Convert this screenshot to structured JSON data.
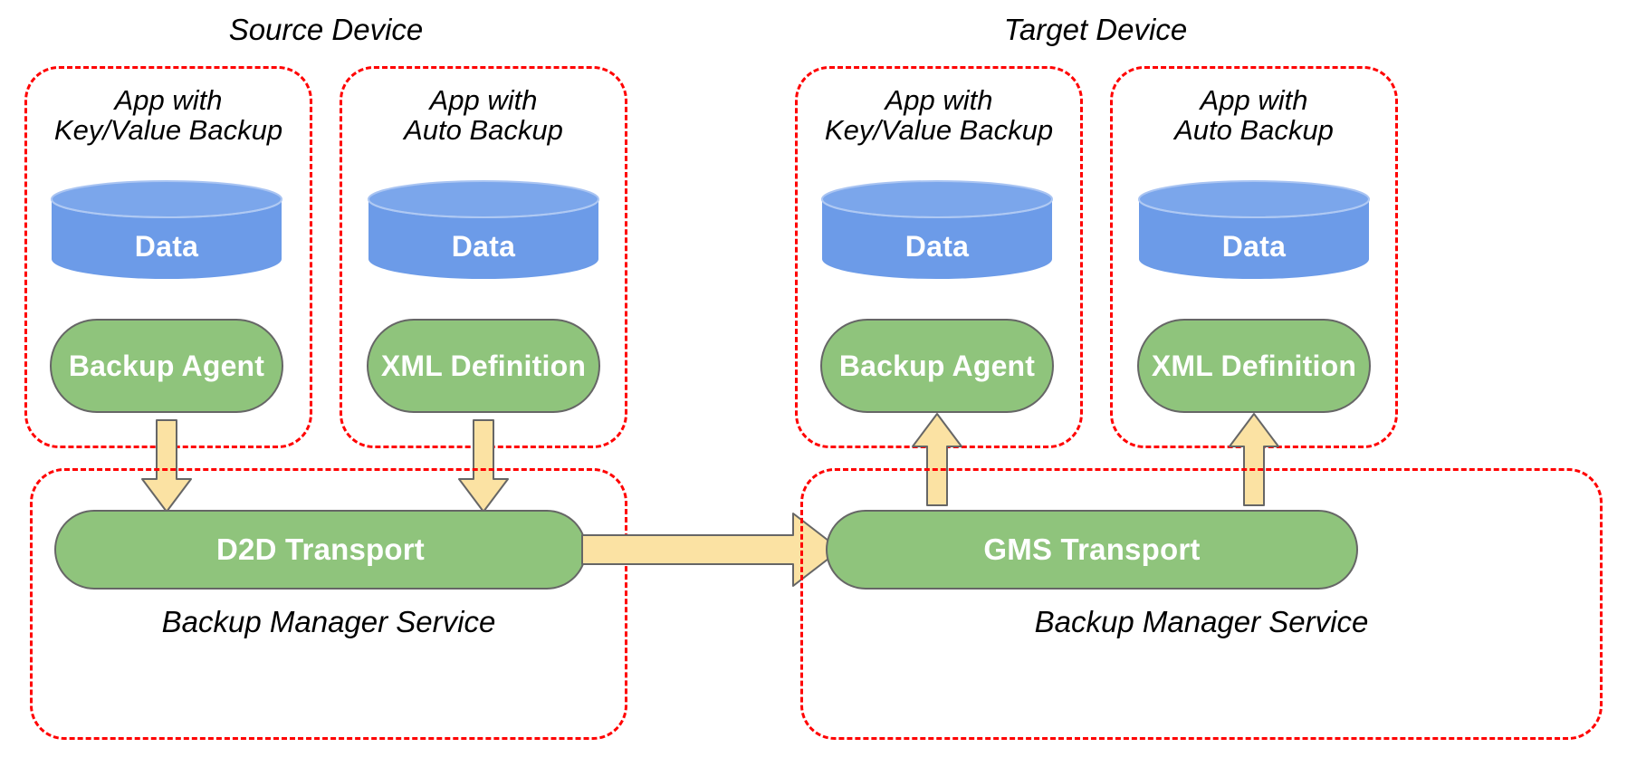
{
  "diagram": {
    "title_source": "Source Device",
    "title_target": "Target Device",
    "colors": {
      "dashed_border": "#FF0000",
      "cylinder_fill": "#6C9BE8",
      "pill_fill": "#8FC47C",
      "pill_stroke": "#666666",
      "arrow_fill": "#FBE2A3",
      "arrow_stroke": "#666666",
      "text_on_shape": "#FFFFFF",
      "text_plain": "#000000",
      "background": "#FFFFFF"
    },
    "devices": [
      {
        "name": "Source Device",
        "apps": [
          {
            "caption": "App with\nKey/Value Backup",
            "data_label": "Data",
            "component_label": "Backup Agent",
            "arrow_direction": "down"
          },
          {
            "caption": "App with\nAuto Backup",
            "data_label": "Data",
            "component_label": "XML Definition",
            "arrow_direction": "down"
          }
        ],
        "service": {
          "transport_label": "D2D Transport",
          "caption": "Backup Manager Service"
        }
      },
      {
        "name": "Target Device",
        "apps": [
          {
            "caption": "App with\nKey/Value Backup",
            "data_label": "Data",
            "component_label": "Backup Agent",
            "arrow_direction": "up"
          },
          {
            "caption": "App with\nAuto Backup",
            "data_label": "Data",
            "component_label": "XML Definition",
            "arrow_direction": "up"
          }
        ],
        "service": {
          "transport_label": "GMS Transport",
          "caption": "Backup Manager Service"
        }
      }
    ],
    "cross_device_arrow": {
      "direction": "right",
      "from": "D2D Transport",
      "to": "GMS Transport",
      "label": ""
    }
  }
}
